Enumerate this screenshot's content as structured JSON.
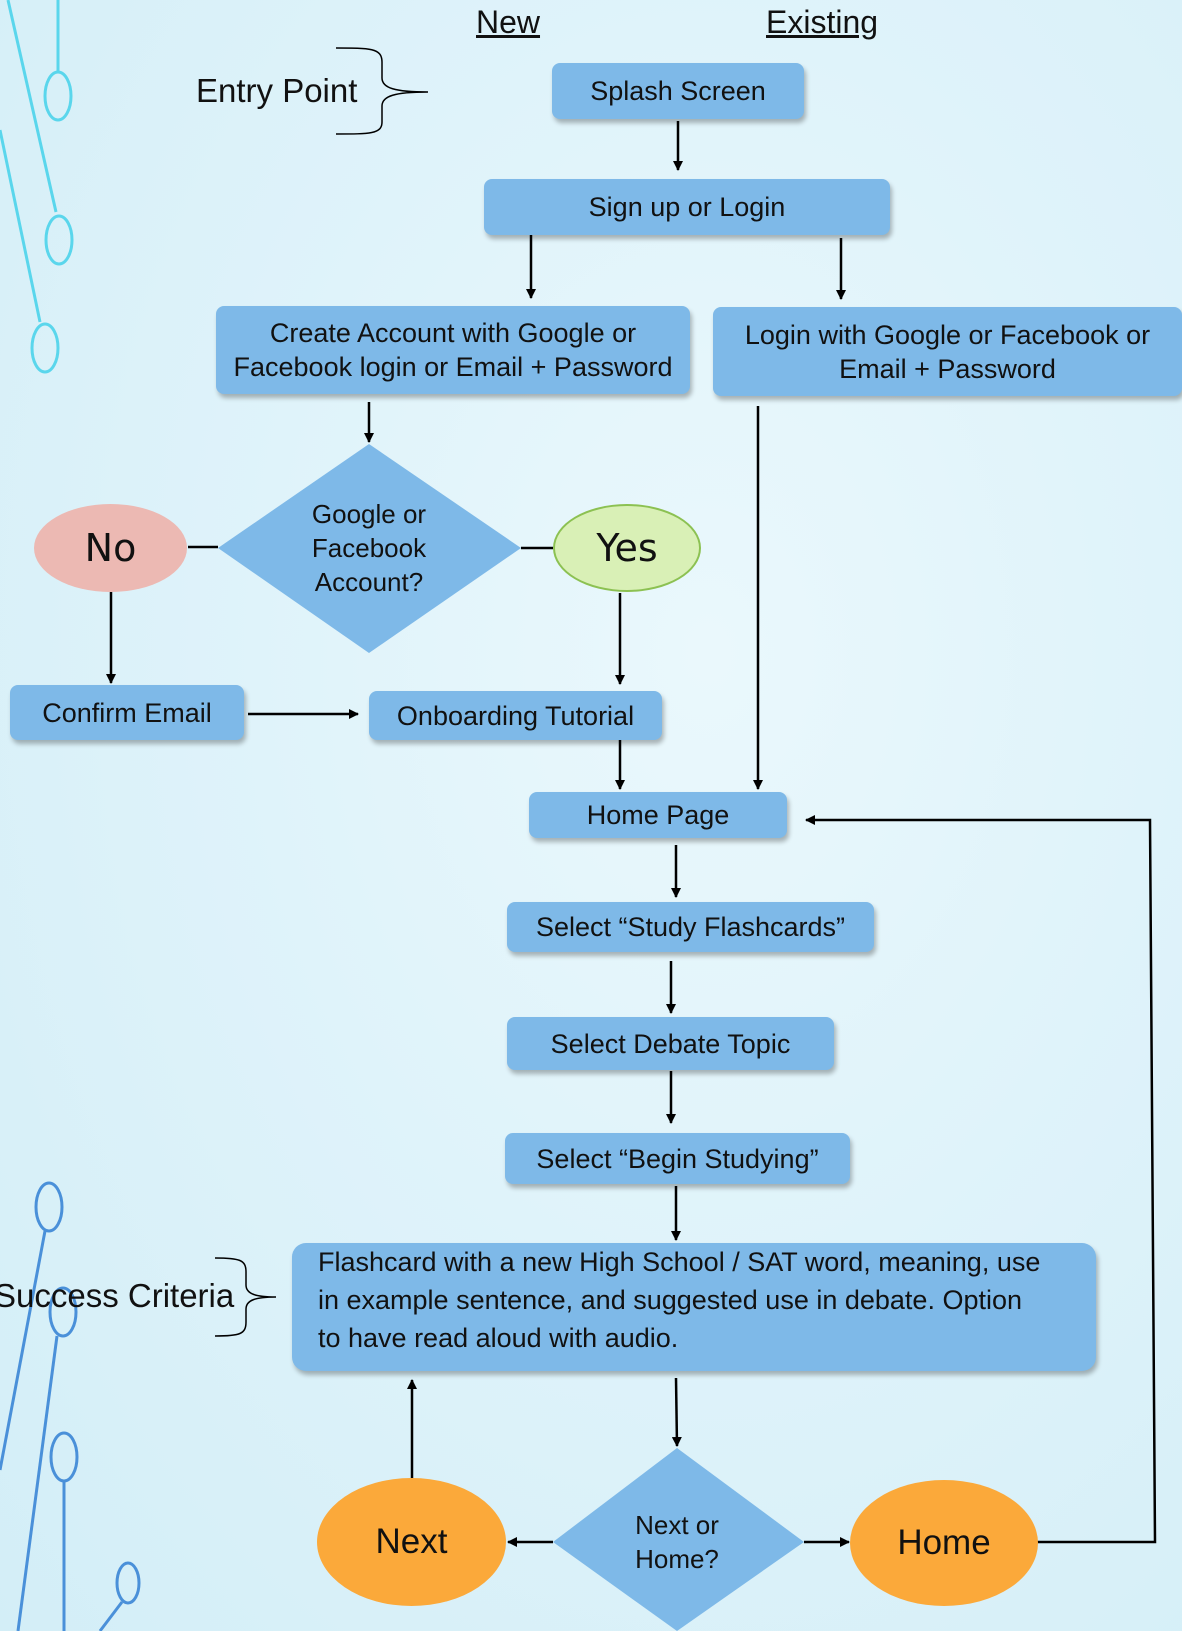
{
  "colors": {
    "box": "#7eb9e8",
    "decision": "#7eb9e8",
    "no_oval": "#ecb9b3",
    "yes_oval": "#d9f0b6",
    "yes_border": "#8cc152",
    "nav_oval": "#fba93a",
    "connector": "#000000",
    "decor_cyan": "#5ad6ec",
    "decor_blue": "#4a90d9"
  },
  "headers": {
    "new": "New",
    "existing": "Existing"
  },
  "annotations": {
    "entry_point": "Entry Point",
    "success_criteria": "Success Criteria"
  },
  "nodes": {
    "splash": "Splash Screen",
    "signup": "Sign up or Login",
    "create_account": [
      "Create Account with Google or",
      "Facebook login or Email + Password"
    ],
    "login_existing": [
      "Login with Google or Facebook or",
      "Email + Password"
    ],
    "decision_account": [
      "Google or",
      "Facebook",
      "Account?"
    ],
    "no": "No",
    "yes": "Yes",
    "confirm_email": "Confirm Email",
    "onboarding": "Onboarding Tutorial",
    "home_page": "Home Page",
    "select_flashcards": "Select “Study Flashcards”",
    "select_topic": "Select Debate Topic",
    "begin_studying": "Select “Begin Studying”",
    "flashcard": [
      "Flashcard with a new High School / SAT word, meaning, use",
      "in example sentence, and suggested use in debate. Option",
      "to have read aloud with audio."
    ],
    "decision_next": [
      "Next or",
      "Home?"
    ],
    "next": "Next",
    "home": "Home"
  }
}
